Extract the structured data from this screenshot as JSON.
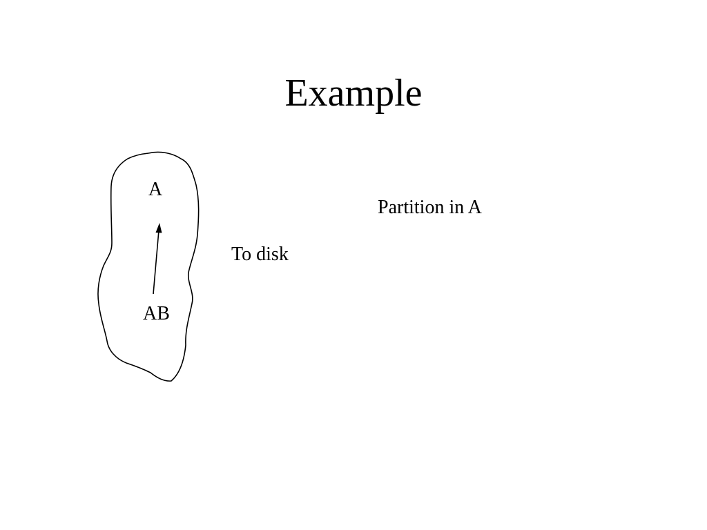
{
  "slide": {
    "title": "Example"
  },
  "diagram": {
    "node_top_label": "A",
    "node_bottom_label": "AB",
    "side_note": "To disk",
    "annotation": "Partition in A"
  }
}
